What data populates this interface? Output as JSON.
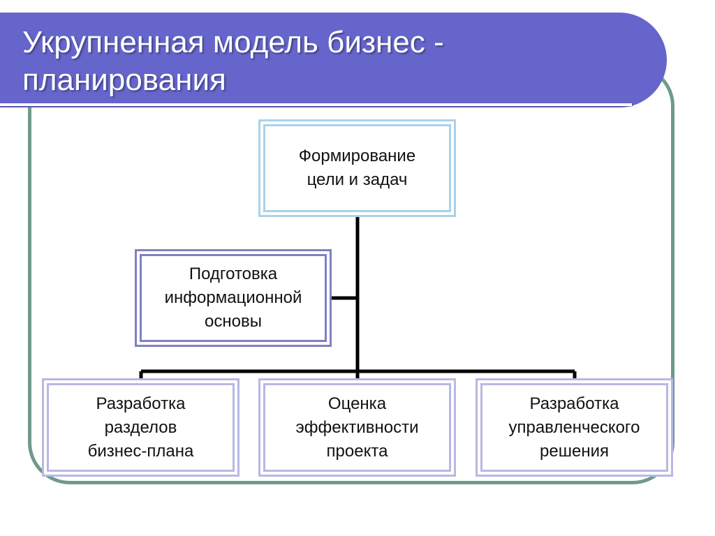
{
  "slide": {
    "title_line1": "Укрупненная модель бизнес -",
    "title_line2": "планирования",
    "colors": {
      "title_band": "#6565cc",
      "frame": "#6f9a8e",
      "top_box_border": "#a9d2ea",
      "box_border": "#b8b8e4",
      "connector": "#000000"
    }
  },
  "diagram": {
    "top": {
      "text": "Формирование\nцели и задач"
    },
    "side": {
      "text": "Подготовка\nинформационной\nосновы"
    },
    "bottom": [
      {
        "text": "Разработка\nразделов\nбизнес-плана"
      },
      {
        "text": "Оценка\nэффективности\nпроекта"
      },
      {
        "text": "Разработка\nуправленческого\nрешения"
      }
    ]
  }
}
